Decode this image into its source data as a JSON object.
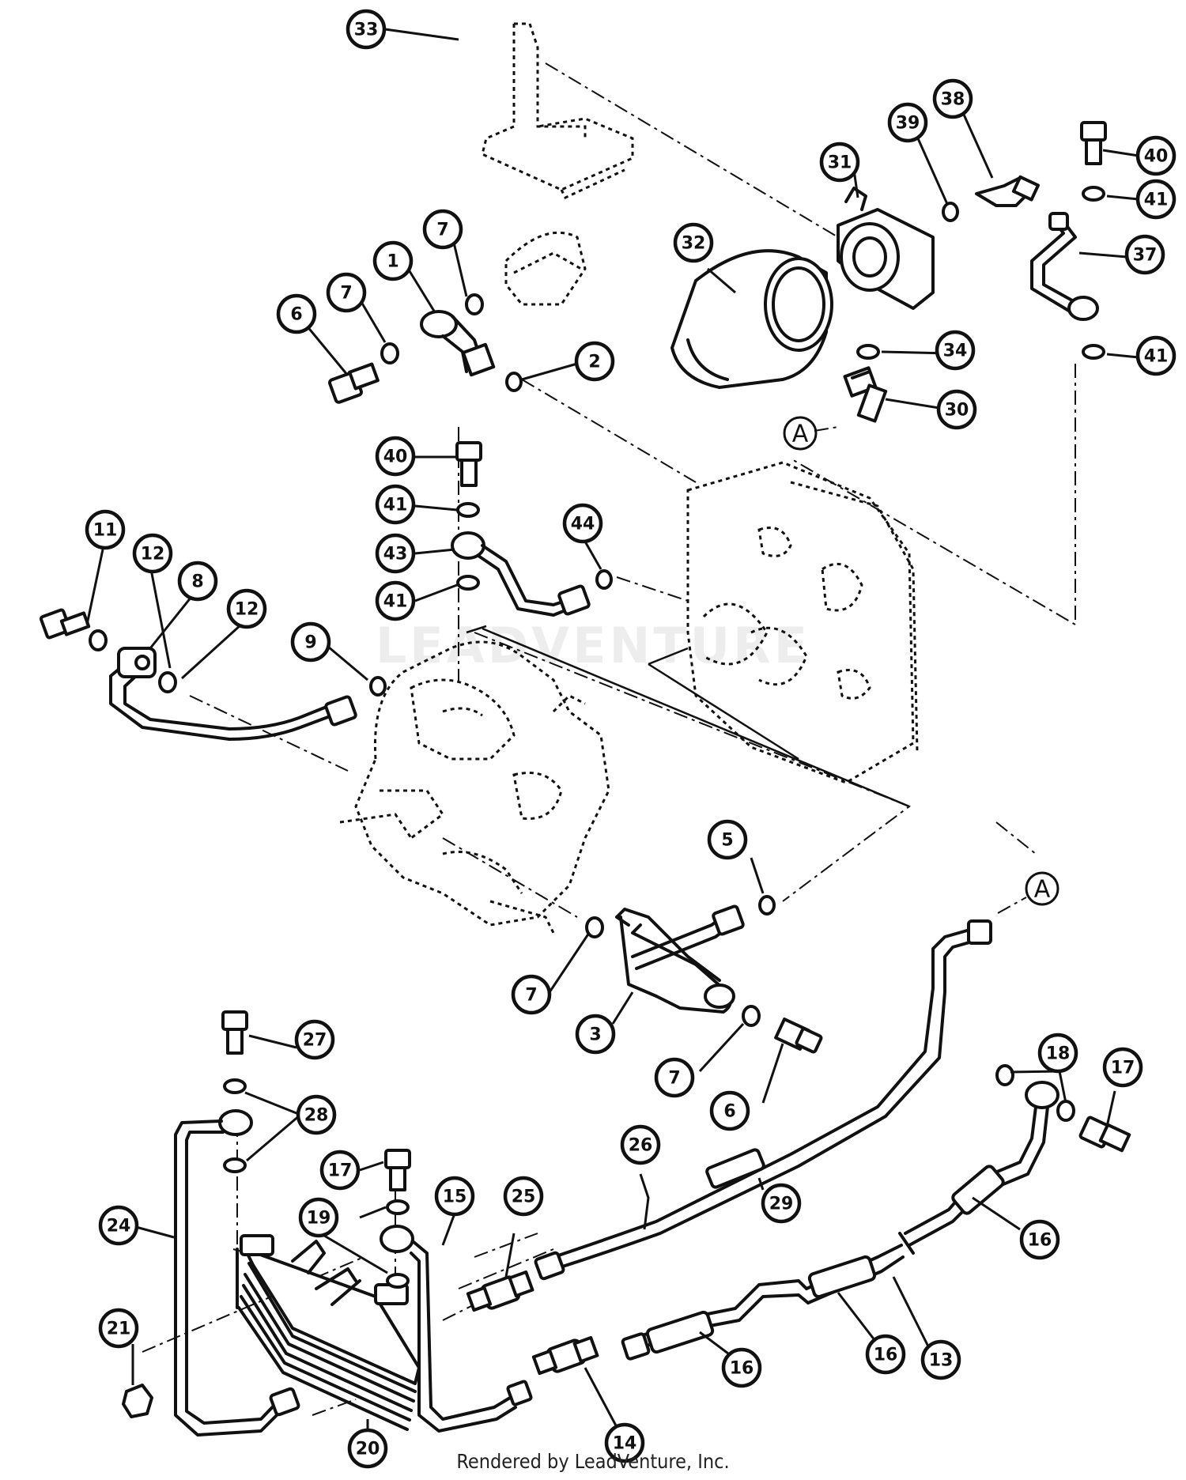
{
  "diagram": {
    "callouts": [
      {
        "id": "c33",
        "label": "33"
      },
      {
        "id": "c39",
        "label": "39"
      },
      {
        "id": "c38",
        "label": "38"
      },
      {
        "id": "c40a",
        "label": "40"
      },
      {
        "id": "c31",
        "label": "31"
      },
      {
        "id": "c41a",
        "label": "41"
      },
      {
        "id": "c32",
        "label": "32"
      },
      {
        "id": "c37",
        "label": "37"
      },
      {
        "id": "c7a",
        "label": "7"
      },
      {
        "id": "c1",
        "label": "1"
      },
      {
        "id": "c7b",
        "label": "7"
      },
      {
        "id": "c6a",
        "label": "6"
      },
      {
        "id": "c34",
        "label": "34"
      },
      {
        "id": "c41b",
        "label": "41"
      },
      {
        "id": "c2",
        "label": "2"
      },
      {
        "id": "c30",
        "label": "30"
      },
      {
        "id": "c40b",
        "label": "40"
      },
      {
        "id": "c41c",
        "label": "41"
      },
      {
        "id": "c44",
        "label": "44"
      },
      {
        "id": "c43",
        "label": "43"
      },
      {
        "id": "c11",
        "label": "11"
      },
      {
        "id": "c12a",
        "label": "12"
      },
      {
        "id": "c8",
        "label": "8"
      },
      {
        "id": "c41d",
        "label": "41"
      },
      {
        "id": "c12b",
        "label": "12"
      },
      {
        "id": "c9",
        "label": "9"
      },
      {
        "id": "c5",
        "label": "5"
      },
      {
        "id": "c7c",
        "label": "7"
      },
      {
        "id": "c3",
        "label": "3"
      },
      {
        "id": "c27",
        "label": "27"
      },
      {
        "id": "c7d",
        "label": "7"
      },
      {
        "id": "c6b",
        "label": "6"
      },
      {
        "id": "c18",
        "label": "18"
      },
      {
        "id": "c17a",
        "label": "17"
      },
      {
        "id": "c28",
        "label": "28"
      },
      {
        "id": "c26",
        "label": "26"
      },
      {
        "id": "c17b",
        "label": "17"
      },
      {
        "id": "c15",
        "label": "15"
      },
      {
        "id": "c25",
        "label": "25"
      },
      {
        "id": "c29",
        "label": "29"
      },
      {
        "id": "c19",
        "label": "19"
      },
      {
        "id": "c24",
        "label": "24"
      },
      {
        "id": "c16a",
        "label": "16"
      },
      {
        "id": "c21",
        "label": "21"
      },
      {
        "id": "c16b",
        "label": "16"
      },
      {
        "id": "c16c",
        "label": "16"
      },
      {
        "id": "c13",
        "label": "13"
      },
      {
        "id": "c20",
        "label": "20"
      },
      {
        "id": "c14",
        "label": "14"
      }
    ],
    "references": [
      {
        "id": "refA1",
        "label": "A"
      },
      {
        "id": "refA2",
        "label": "A"
      }
    ]
  },
  "watermark": "LEADVENTURE",
  "credit": "Rendered by LeadVenture, Inc."
}
